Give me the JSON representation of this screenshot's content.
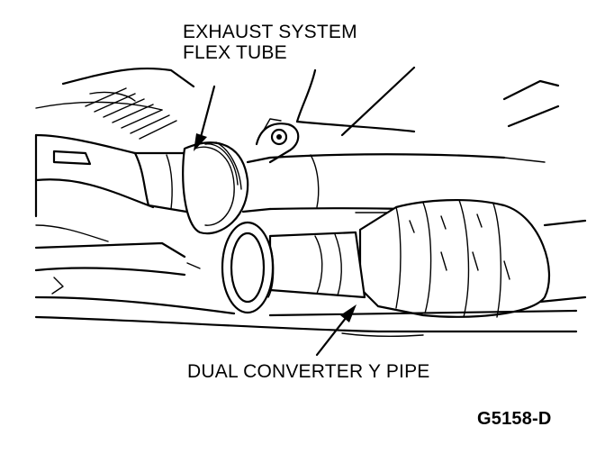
{
  "labels": {
    "flex_tube_line1": "EXHAUST SYSTEM",
    "flex_tube_line2": "FLEX TUBE",
    "y_pipe": "DUAL CONVERTER Y PIPE",
    "figure_code": "G5158-D"
  },
  "colors": {
    "ink": "#000000",
    "paper": "#ffffff"
  }
}
